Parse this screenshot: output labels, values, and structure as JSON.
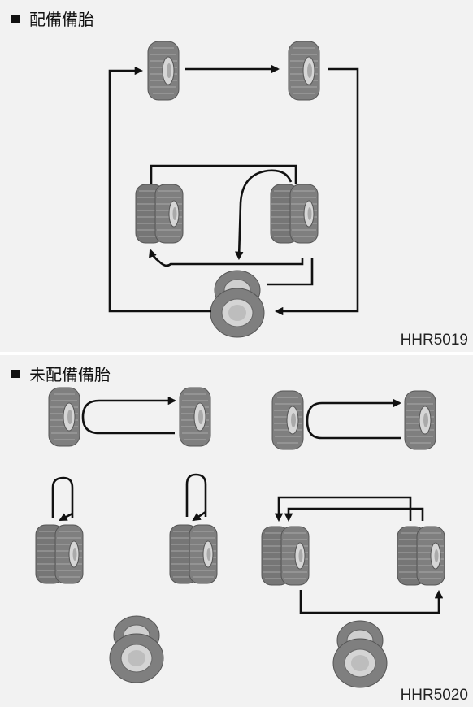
{
  "top_section": {
    "heading": "配備備胎",
    "code": "HHR5019"
  },
  "bottom_section": {
    "heading": "未配備備胎",
    "code": "HHR5020"
  },
  "colors": {
    "background": "#f2f2f2",
    "tire": "#7f7f7f",
    "tire_dark": "#5a5a5a",
    "hub": "#d0d0d0",
    "arrow": "#111111"
  }
}
